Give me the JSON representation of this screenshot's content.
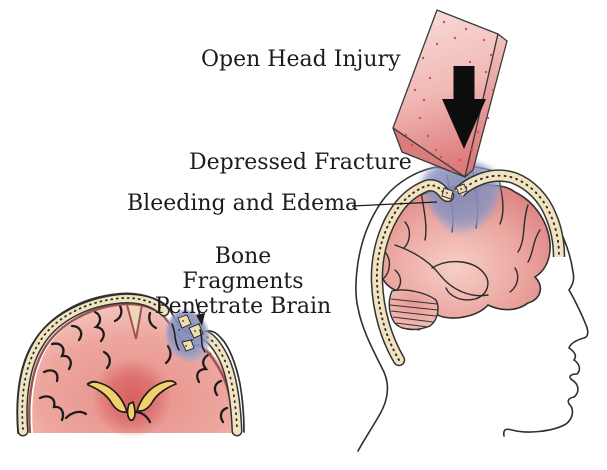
{
  "figure": {
    "title": "Open Head Injury",
    "type": "medical-illustration"
  },
  "labels": {
    "title": "Open Head Injury",
    "depressed_fracture": "Depressed Fracture",
    "bleeding_and_edema": "Bleeding and Edema",
    "bone_fragments_line1": "Bone Fragments",
    "bone_fragments_line2": "Penetrate Brain"
  },
  "icons": {
    "impact_arrow": "down-arrow-icon",
    "fragment_pointer": "down-pointer-arrow-icon",
    "bleeding_leader": "leader-line"
  },
  "illustrations": {
    "falling_object": "falling-block-striking-head",
    "head_profile": "head-profile-with-brain-and-depressed-skull-fracture",
    "cross_section": "brain-coronal-cross-section-with-bone-fragments-and-bleeding"
  },
  "colors": {
    "background": "#ffffff",
    "text": "#1c1c1c",
    "block_pink_light": "#f8dedb",
    "block_pink_dark": "#de7c7c",
    "speckle_red": "#d84b5e",
    "arrow_black": "#0d0d0d",
    "skull_bone_tan": "#f1e3c0",
    "bone_speckle": "#2b2b2b",
    "brain_pink": "#dd8181",
    "brain_pink_light": "#f5cbc2",
    "dura_maroon": "#9b5353",
    "hematoma_blue": "#7f88b6",
    "ventricle_yellow": "#f2d06b",
    "outline": "#2f2f2f"
  }
}
